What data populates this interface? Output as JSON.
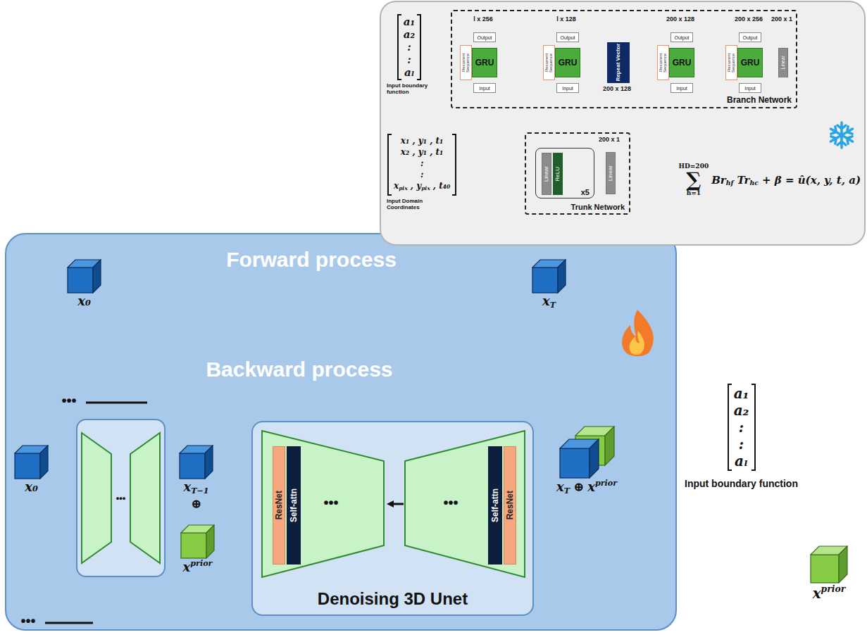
{
  "diagram": {
    "nodes": [
      {
        "text": [
          "a₁",
          "a₂",
          ":",
          ":",
          "aₗ",
          "Input boundary function"
        ]
      },
      {
        "text": [
          "Branch Network"
        ]
      },
      {
        "text": [
          "Recurrent Sequence"
        ],
        "in": 1
      },
      {
        "text": [
          "GRU"
        ],
        "in": 1
      },
      {
        "text": [
          "Output"
        ],
        "in": 1
      },
      {
        "text": [
          "Input"
        ],
        "in": 1
      },
      {
        "text": [
          "Recurrent Sequence"
        ],
        "in": 1
      },
      {
        "text": [
          "GRU"
        ],
        "in": 1
      },
      {
        "text": [
          "Output"
        ],
        "in": 1
      },
      {
        "text": [
          "Input"
        ],
        "in": 1
      },
      {
        "text": [
          "Repeat Vector"
        ],
        "in": 1
      },
      {
        "text": [
          "Recurrent Sequence"
        ],
        "in": 1
      },
      {
        "text": [
          "GRU"
        ],
        "in": 1
      },
      {
        "text": [
          "Output"
        ],
        "in": 1
      },
      {
        "text": [
          "Input"
        ],
        "in": 1
      },
      {
        "text": [
          "Recurrent Sequence"
        ],
        "in": 1
      },
      {
        "text": [
          "GRU"
        ],
        "in": 1
      },
      {
        "text": [
          "Output"
        ],
        "in": 1
      },
      {
        "text": [
          "Input"
        ],
        "in": 1
      },
      {
        "text": [
          "Linear"
        ],
        "in": 1
      },
      {
        "text": [
          "x₁ , y₁ , t₁",
          "x₂ , y₁ , t₁",
          ":",
          ":",
          "x",
          "pix",
          " , y",
          "pix",
          " , t₄₀",
          "Input Domain Coordinates"
        ]
      },
      {
        "text": [
          "Trunk Network"
        ]
      },
      {
        "text": [
          "x5"
        ],
        "in": 21
      },
      {
        "text": [
          "Linear"
        ],
        "in": 22
      },
      {
        "text": [
          "ReLU"
        ],
        "in": 22
      },
      {
        "text": [
          "Linear"
        ],
        "in": 21
      },
      {
        "text": [
          "HD=200",
          "∑",
          "h=1",
          "Br",
          "hf",
          "Tr",
          "hc",
          "+ β = û(x, y, t, a)"
        ]
      },
      {
        "text": [
          "Denoising 3D Unet"
        ]
      },
      {
        "text": [
          "ResNet"
        ],
        "in": 27
      },
      {
        "text": [
          "Self-attn"
        ],
        "in": 27
      },
      {
        "text": [
          "Self-attn"
        ],
        "in": 27
      },
      {
        "text": [
          "ResNet"
        ],
        "in": 27
      },
      {
        "text": [
          "x₀"
        ]
      },
      {
        "text": [
          "x",
          "T"
        ]
      },
      {
        "text": [
          "x₀"
        ]
      },
      {
        "text": [
          "•••"
        ]
      },
      {
        "text": [
          "x",
          "T−1",
          "⊕"
        ]
      },
      {
        "text": [
          "x",
          "prior"
        ]
      },
      {
        "text": [
          "x",
          "T",
          "⊕",
          "x",
          "prior"
        ]
      },
      {
        "text": [
          "a₁",
          "a₂",
          ":",
          ":",
          "aₗ",
          "Input boundary function"
        ]
      },
      {
        "text": [
          "x",
          "prior"
        ]
      }
    ],
    "edges": [
      {
        "from": 0,
        "to": 1,
        "arrow": "to"
      },
      {
        "from": 3,
        "to": 6,
        "arrow": "to"
      },
      {
        "from": 7,
        "to": 10,
        "arrow": "to"
      },
      {
        "from": 10,
        "to": 11,
        "arrow": "to"
      },
      {
        "from": 12,
        "to": 15,
        "arrow": "to"
      },
      {
        "from": 16,
        "to": 19,
        "arrow": "to"
      },
      {
        "from": 5,
        "to": 3,
        "arrow": "to"
      },
      {
        "from": 9,
        "to": 7,
        "arrow": "to"
      },
      {
        "from": 14,
        "to": 12,
        "arrow": "to"
      },
      {
        "from": 18,
        "to": 16,
        "arrow": "to"
      },
      {
        "from": 3,
        "to": 4,
        "arrow": "to"
      },
      {
        "from": 7,
        "to": 8,
        "arrow": "to"
      },
      {
        "from": 12,
        "to": 13,
        "arrow": "to"
      },
      {
        "from": 16,
        "to": 17,
        "arrow": "to"
      },
      {
        "from": 20,
        "to": 21,
        "arrow": "to"
      },
      {
        "from": 1,
        "to": 26,
        "label": "Br",
        "arrow": "to"
      },
      {
        "from": 21,
        "to": 26,
        "label": "Tr",
        "arrow": "to"
      },
      {
        "from": 26,
        "to": 40,
        "arrow": "to"
      },
      {
        "from": 32,
        "to": 33,
        "arrow": "to"
      },
      {
        "from": 39,
        "to": 27,
        "arrow": "to"
      },
      {
        "from": 39,
        "to": 35,
        "arrow": "to"
      },
      {
        "from": 40,
        "to": 38,
        "arrow": "to"
      },
      {
        "from": 40,
        "to": 37,
        "arrow": "to"
      },
      {
        "from": 40,
        "to": 35,
        "arrow": "to"
      },
      {
        "from": 38,
        "to": 27,
        "arrow": "to"
      },
      {
        "from": 27,
        "to": 36,
        "arrow": "to"
      },
      {
        "from": 36,
        "to": 35,
        "arrow": "to"
      },
      {
        "from": 35,
        "to": 34,
        "arrow": "to"
      }
    ],
    "labels": [
      "l x 256",
      "l x 128",
      "200 x 128",
      "200 x 256",
      "200 x 1",
      "200 x 128",
      "200 x 1",
      "Forward process",
      "Backward process",
      "•••",
      "•••",
      "•••",
      "•••"
    ]
  }
}
